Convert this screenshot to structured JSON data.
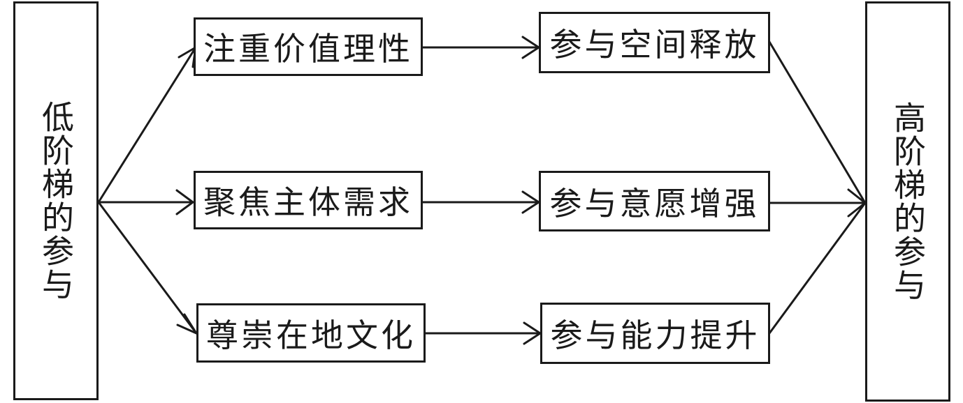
{
  "left_box": {
    "label": "低阶梯的参与"
  },
  "right_box": {
    "label": "高阶梯的参与"
  },
  "middle_boxes": [
    {
      "label": "注重价值理性"
    },
    {
      "label": "聚焦主体需求"
    },
    {
      "label": "尊崇在地文化"
    }
  ],
  "result_boxes": [
    {
      "label": "参与空间释放"
    },
    {
      "label": "参与意愿增强"
    },
    {
      "label": "参与能力提升"
    }
  ],
  "colors": {
    "stroke": "#1a1a1a",
    "background": "#ffffff"
  }
}
